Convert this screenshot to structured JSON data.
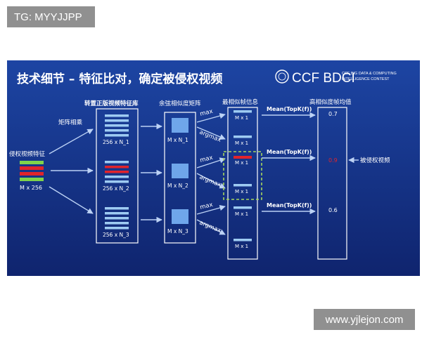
{
  "watermark_top": "TG: MYYJJPP",
  "watermark_bottom": "www.yjlejon.com",
  "slide": {
    "title": "技术细节 – 特征比对，确定被侵权视频",
    "logo_text": "CCF BDCI",
    "logo_sub_1": "CCF BIG DATA & COMPUTING",
    "logo_sub_2": "INTELLIGENCE CONTEST",
    "infringing_label": "侵权视频特征",
    "infringing_dim": "M x 256",
    "matmul_label": "矩阵相乘",
    "library_label": "转置正版视频特征库",
    "library_blocks": [
      "256 x N_1",
      "256 x N_2",
      "256 x N_3"
    ],
    "cosine_label": "余弦相似度矩阵",
    "cosine_blocks": [
      "M x N_1",
      "M x N_2",
      "M x N_3"
    ],
    "max_label": "max",
    "argmax_label": "argmax",
    "frame_label": "最相似帧信息",
    "frame_dims": [
      "M x 1",
      "M x 1",
      "M x 1",
      "M x 1",
      "M x 1",
      "M x 1"
    ],
    "mean_label": "Mean(TopK(f))",
    "avg_label": "高相似度帧均值",
    "avg_values": [
      "0.7",
      "0.9",
      "0.6"
    ],
    "result_label": "被侵权视频",
    "colors": {
      "bg_top": "#1b3f9a",
      "bg_bottom": "#0f2470",
      "accent_red": "#e0242c",
      "accent_green": "#7fd34a",
      "dashed": "#a5d65e"
    }
  }
}
